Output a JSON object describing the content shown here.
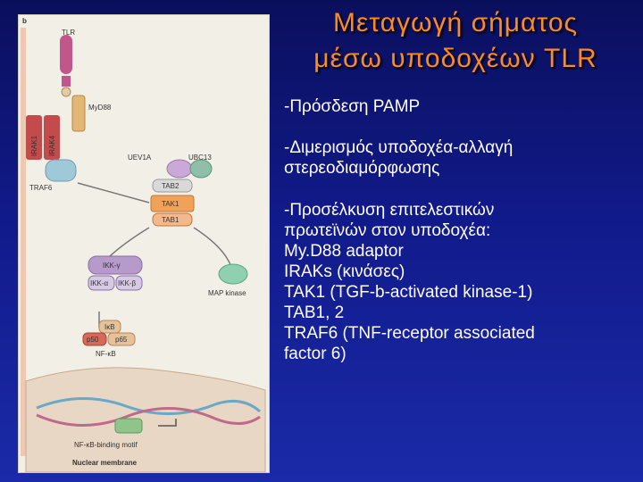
{
  "title": {
    "line1": "Μεταγωγή σήματος",
    "line2": "μέσω υποδοχέων TLR"
  },
  "figure": {
    "panel_letter": "b",
    "labels": {
      "tlr": "TLR",
      "myd88": "MyD88",
      "irak1": "IRAK1",
      "irak4": "IRAK4",
      "uev1a": "UEV1A",
      "ubc13": "UBC13",
      "traf6": "TRAF6",
      "tab2": "TAB2",
      "tak1": "TAK1",
      "tab1": "TAB1",
      "ikk_gamma": "IKK-γ",
      "ikk_alpha": "IKK-α",
      "ikk_beta": "IKK-β",
      "map_kinase": "MAP kinase",
      "ikb": "IκB",
      "p50": "p50",
      "p65": "p65",
      "nfkb": "NF-κB",
      "binding_motif": "NF-κB-binding motif",
      "nuclear_membrane": "Nuclear membrane"
    }
  },
  "bullets": {
    "b1": "-Πρόσδεση PAMP",
    "b2_l1": "-Διμερισμός υποδοχέα-αλλαγή",
    "b2_l2": "στερεοδιαμόρφωσης",
    "b3_l1": "-Προσέλκυση επιτελεστικών",
    "b3_l2": "πρωτεϊνών στον υποδοχέα:",
    "b3_l3": "My.D88 adaptor",
    "b3_l4": "IRAKs (κινάσες)",
    "b3_l5": "TAK1 (TGF-b-activated kinase-1)",
    "b3_l6": "TAB1, 2",
    "b3_l7": "TRAF6 (TNF-receptor associated",
    "b3_l8": "factor 6)"
  },
  "colors": {
    "title": "#ff8a1e",
    "text": "#ffffff",
    "background": "#111a8a"
  }
}
